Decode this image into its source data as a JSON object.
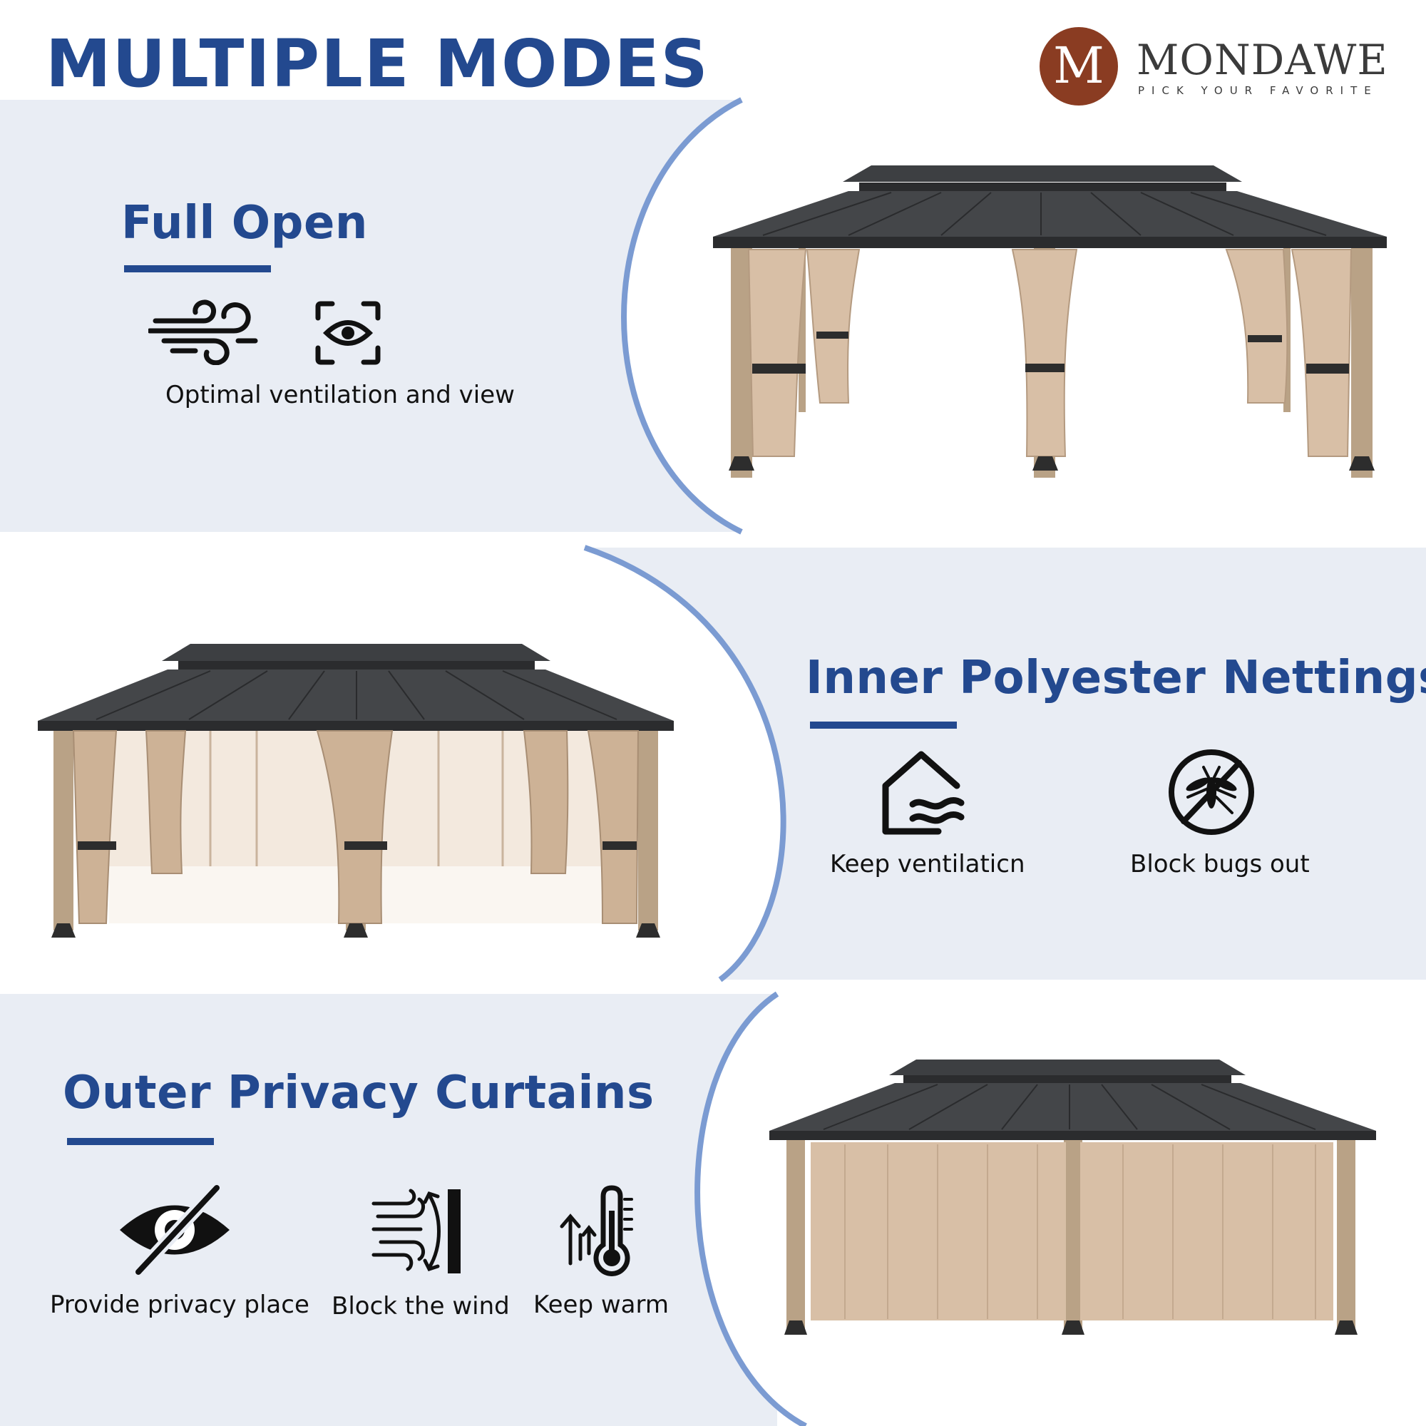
{
  "header": {
    "title": "MULTIPLE MODES",
    "brand_name": "MONDAWE",
    "brand_tagline": "PICK YOUR FAVORITE",
    "logo_letter": "M"
  },
  "modes": [
    {
      "title": "Full Open",
      "caption": "Optimal ventilation and view",
      "icons": [
        "wind-icon",
        "eye-view-icon"
      ]
    },
    {
      "title": "Inner Polyester Nettings",
      "features": [
        {
          "label": "Keep ventilaticn",
          "icon": "house-air-icon"
        },
        {
          "label": "Block bugs out",
          "icon": "no-mosquito-icon"
        }
      ]
    },
    {
      "title": "Outer Privacy Curtains",
      "features": [
        {
          "label": "Provide privacy place",
          "icon": "eye-slash-icon"
        },
        {
          "label": "Block the wind",
          "icon": "wind-block-icon"
        },
        {
          "label": "Keep warm",
          "icon": "thermometer-icon"
        }
      ]
    }
  ],
  "colors": {
    "accent_blue": "#23498f",
    "arc_blue": "#7b9bd2",
    "band_bg": "#e9edf4",
    "logo_brown": "#8a3c22",
    "roof": "#3d3f42",
    "wood": "#b9a286",
    "curtain": "#d8bfa6"
  }
}
